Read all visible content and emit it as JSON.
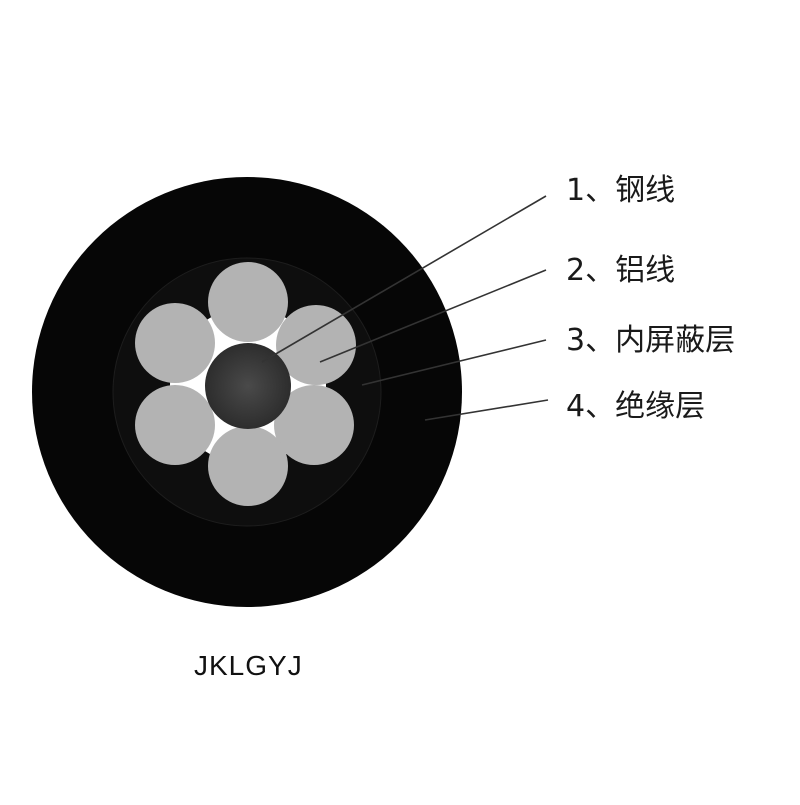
{
  "diagram": {
    "model": "JKLGYJ",
    "callouts": [
      {
        "id": "steel",
        "label": "1、钢线"
      },
      {
        "id": "aluminum",
        "label": "2、铝线"
      },
      {
        "id": "inner-shield",
        "label": "3、内屏蔽层"
      },
      {
        "id": "insulation",
        "label": "4、绝缘层"
      }
    ]
  },
  "colors": {
    "insulation": "#060606",
    "inner_shield": "#0e0e0e",
    "aluminum_strand": "#b3b3b3",
    "steel_core": "#3c3c3c",
    "gap_fill": "#ffffff",
    "leader_line": "#333333"
  }
}
